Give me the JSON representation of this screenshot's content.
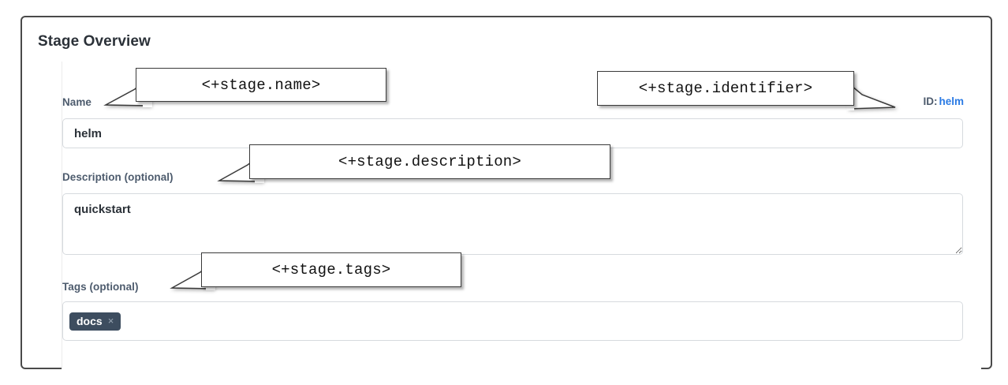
{
  "section": {
    "title": "Stage Overview"
  },
  "identifier": {
    "label": "ID:",
    "value": "helm"
  },
  "fields": [
    {
      "key": "name",
      "label": "Name",
      "value": "helm",
      "placeholder": ""
    },
    {
      "key": "description",
      "label": "Description (optional)",
      "value": "quickstart",
      "placeholder": ""
    },
    {
      "key": "tags",
      "label": "Tags (optional)",
      "placeholder": ""
    }
  ],
  "tags": [
    {
      "label": "docs",
      "remove_icon": "×"
    }
  ],
  "callouts": [
    {
      "key": "name",
      "text": "<+stage.name>"
    },
    {
      "key": "identifier",
      "text": "<+stage.identifier>"
    },
    {
      "key": "description",
      "text": "<+stage.description>"
    },
    {
      "key": "tags",
      "text": "<+stage.tags>"
    }
  ],
  "colors": {
    "label": "#4d5b6d",
    "link": "#2a7ae4",
    "tag_chip_bg": "#3d4d5f",
    "frame_border": "#4a4a4a",
    "input_border": "#d6dade",
    "title": "#2b3138"
  }
}
